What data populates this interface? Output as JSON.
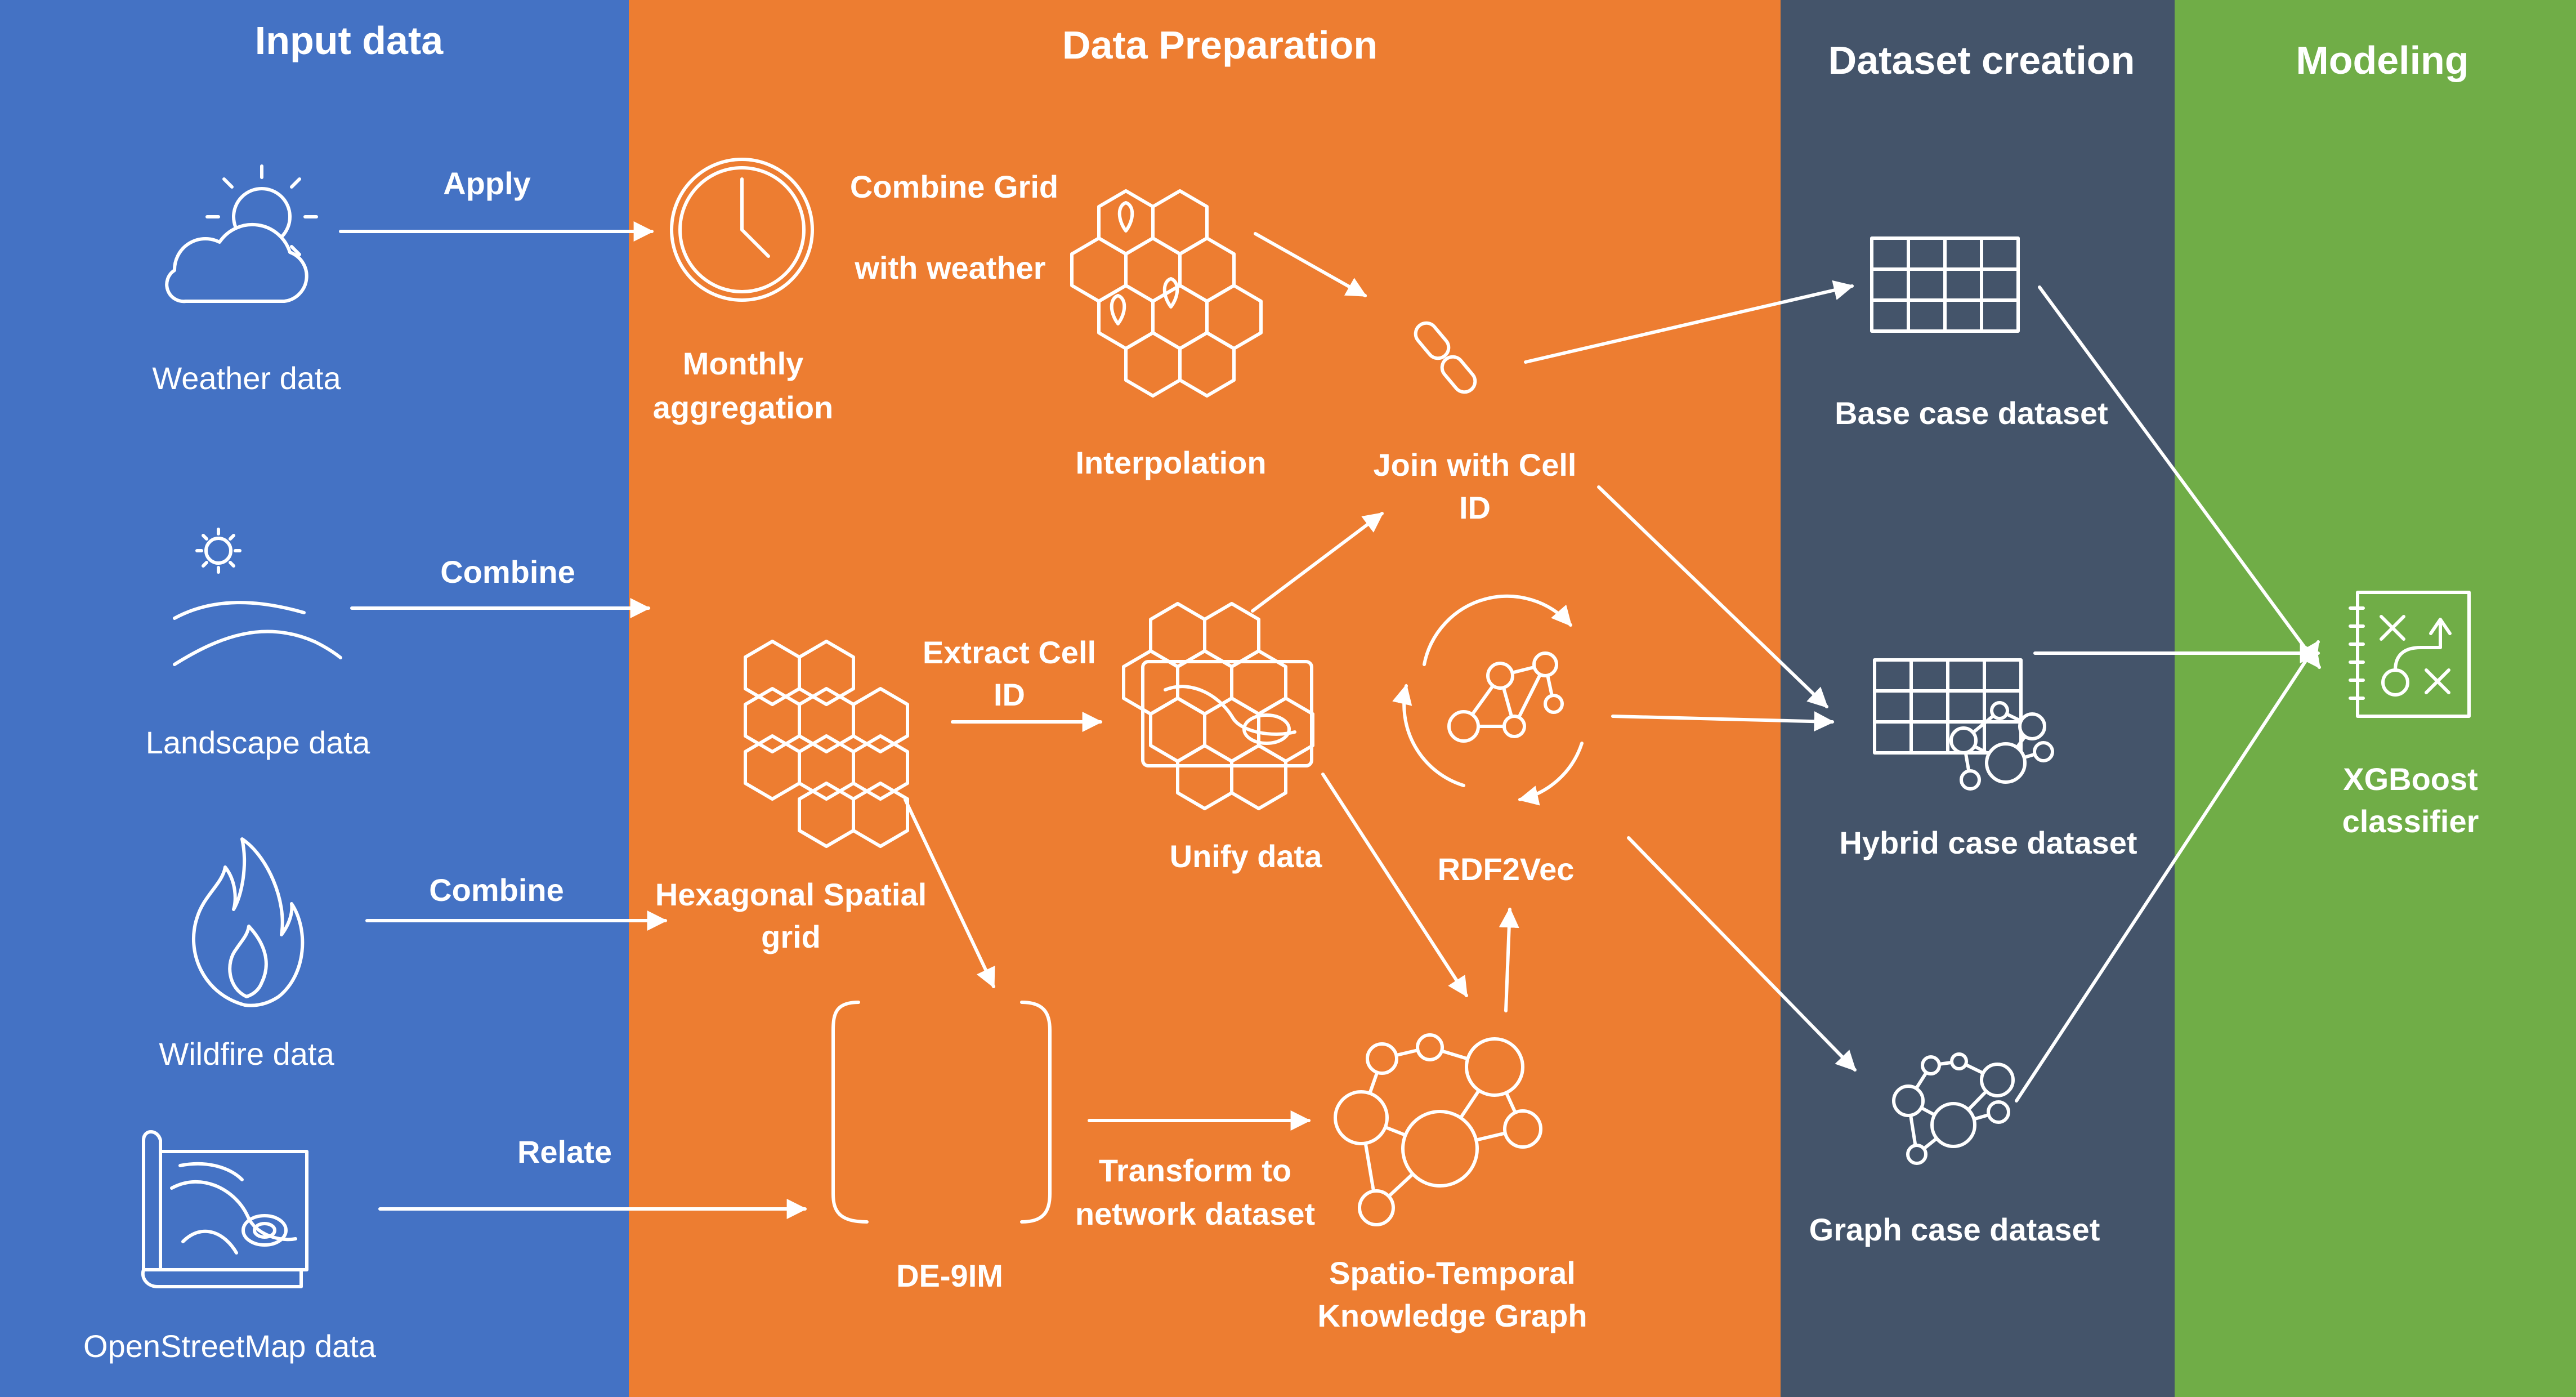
{
  "columns": {
    "input": {
      "title": "Input data",
      "color": "#4472C4"
    },
    "preparation": {
      "title": "Data Preparation",
      "color": "#ED7D31"
    },
    "dataset": {
      "title": "Dataset creation",
      "color": "#44546A"
    },
    "modeling": {
      "title": "Modeling",
      "color": "#70AD47"
    }
  },
  "inputs": {
    "weather": {
      "label": "Weather data",
      "icon": "cloud-sun-icon"
    },
    "landscape": {
      "label": "Landscape data",
      "icon": "landscape-icon"
    },
    "wildfire": {
      "label": "Wildfire data",
      "icon": "flame-icon"
    },
    "osm": {
      "label": "OpenStreetMap data",
      "icon": "map-icon"
    }
  },
  "edges": {
    "apply": "Apply",
    "combine_landscape": "Combine",
    "combine_wildfire": "Combine",
    "relate": "Relate",
    "combine_grid_line1": "Combine Grid",
    "combine_grid_line2": "with weather",
    "extract_line1": "Extract Cell",
    "extract_line2": "ID",
    "transform_line1": "Transform to",
    "transform_line2": "network dataset"
  },
  "nodes": {
    "monthly_line1": "Monthly",
    "monthly_line2": "aggregation",
    "interpolation": "Interpolation",
    "join_line1": "Join with Cell",
    "join_line2": "ID",
    "hex_line1": "Hexagonal Spatial",
    "hex_line2": "grid",
    "unify": "Unify data",
    "rdf2vec": "RDF2Vec",
    "de9im": "DE-9IM",
    "stkg_line1": "Spatio-Temporal",
    "stkg_line2": "Knowledge Graph",
    "base": "Base case dataset",
    "hybrid": "Hybrid case dataset",
    "graph": "Graph case dataset",
    "xgb_line1": "XGBoost",
    "xgb_line2": "classifier"
  },
  "icons": [
    "clock-icon",
    "hex-grid-pins-icon",
    "link-icon",
    "hex-grid-icon",
    "hex-grid-map-icon",
    "cycle-graph-icon",
    "brackets-icon",
    "graph-icon",
    "table-icon",
    "table-graph-icon",
    "strategy-board-icon"
  ]
}
